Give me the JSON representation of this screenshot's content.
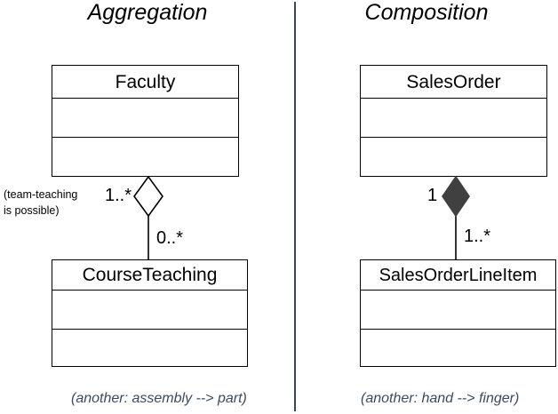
{
  "diagram": {
    "kind": "uml-class-diagram",
    "divider_color": "#33465c",
    "line_color": "#000000",
    "filled_diamond_color": "#404040",
    "caption_color": "#3b4b61"
  },
  "panels": [
    {
      "id": "aggregation",
      "title": "Aggregation",
      "caption": "(another: assembly --> part)",
      "note": [
        "(team-teaching",
        "is possible)"
      ],
      "whole_class": {
        "name": "Faculty",
        "attributes": [],
        "operations": []
      },
      "part_class": {
        "name": "CourseTeaching",
        "attributes": [],
        "operations": []
      },
      "relationship": {
        "type": "aggregation",
        "diamond": "hollow",
        "whole_multiplicity": "1..*",
        "part_multiplicity": "0..*"
      }
    },
    {
      "id": "composition",
      "title": "Composition",
      "caption": "(another: hand --> finger)",
      "note": [],
      "whole_class": {
        "name": "SalesOrder",
        "attributes": [],
        "operations": []
      },
      "part_class": {
        "name": "SalesOrderLineItem",
        "attributes": [],
        "operations": []
      },
      "relationship": {
        "type": "composition",
        "diamond": "filled",
        "whole_multiplicity": "1",
        "part_multiplicity": "1..*"
      }
    }
  ]
}
